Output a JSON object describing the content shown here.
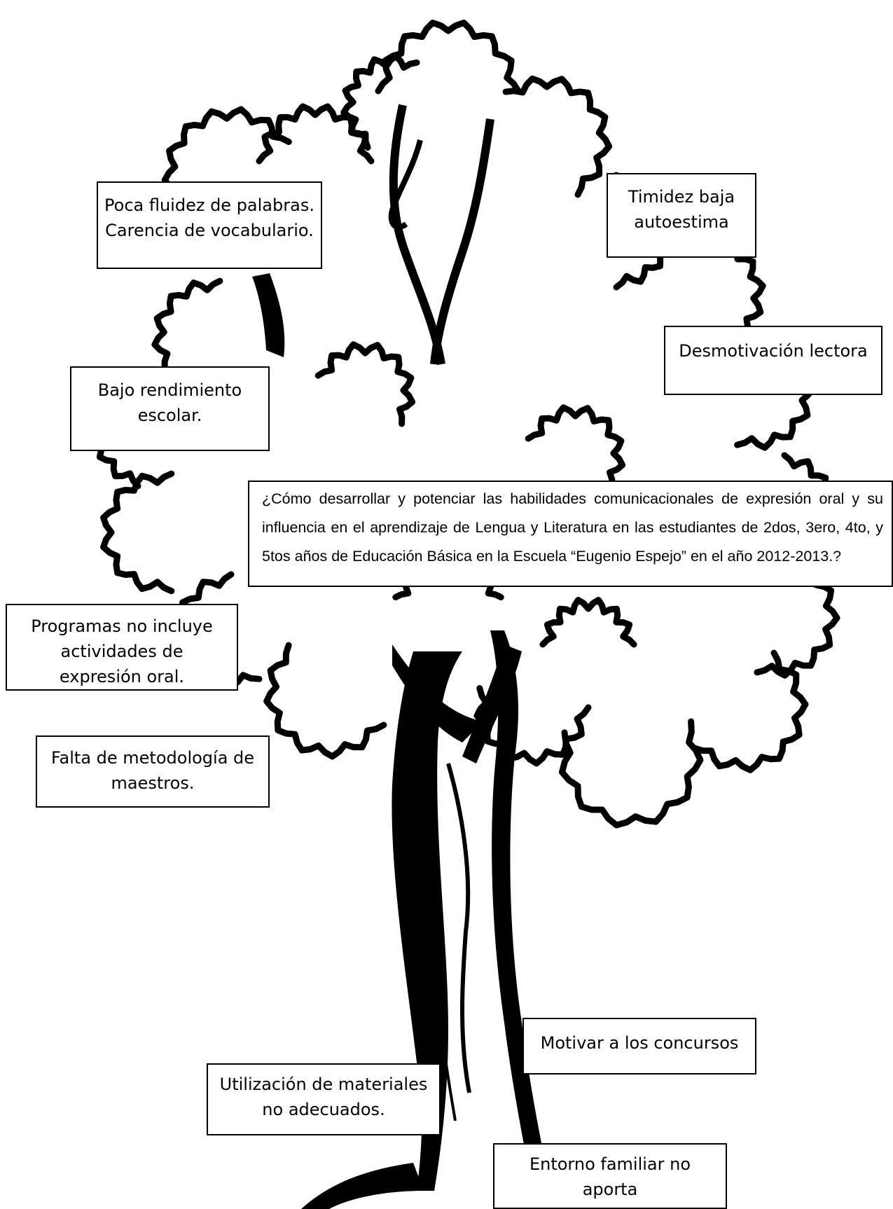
{
  "effects": [
    {
      "lines": [
        "Poca fluidez de palabras.",
        "Carencia de vocabulario."
      ]
    },
    {
      "lines": [
        "Timidez baja",
        "autoestima"
      ]
    },
    {
      "lines": [
        "Desmotivación lectora"
      ]
    },
    {
      "lines": [
        "Bajo rendimiento",
        "escolar."
      ]
    }
  ],
  "problem": {
    "text": "¿Cómo desarrollar y potenciar las habilidades comunicacionales de expresión oral y su influencia en el aprendizaje de Lengua y Literatura en las estudiantes de 2dos, 3ero, 4to, y 5tos años de Educación Básica en la Escuela “Eugenio Espejo” en el año 2012-2013.?"
  },
  "causes": [
    {
      "lines": [
        "Programas no incluye",
        "actividades de",
        "expresión oral."
      ]
    },
    {
      "lines": [
        "Falta de metodología de",
        "maestros."
      ]
    },
    {
      "lines": [
        "Motivar a los concursos"
      ]
    },
    {
      "lines": [
        "Utilización de materiales",
        "no adecuados."
      ]
    },
    {
      "lines": [
        "Entorno familiar no",
        "aporta"
      ]
    }
  ],
  "colors": {
    "ink": "#000000",
    "paper": "#ffffff"
  },
  "illustration": "tree-outline"
}
